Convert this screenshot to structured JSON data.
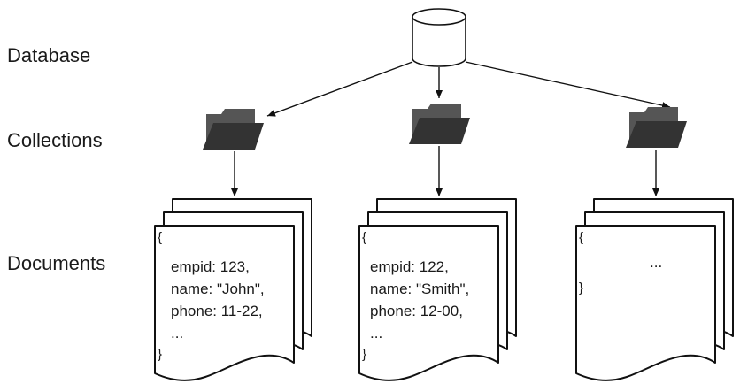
{
  "labels": {
    "database": "Database",
    "collections": "Collections",
    "documents": "Documents"
  },
  "documents": [
    {
      "open_brace": "{",
      "lines": [
        "empid: 123,",
        "name: \"John\",",
        "phone: 11-22,",
        "..."
      ],
      "close_brace": "}"
    },
    {
      "open_brace": "{",
      "lines": [
        "empid: 122,",
        "name: \"Smith\",",
        "phone: 12-00,",
        "..."
      ],
      "close_brace": "}"
    },
    {
      "open_brace": "{",
      "lines": [
        "..."
      ],
      "close_brace": "}"
    }
  ],
  "icons": {
    "database": "database-cylinder-icon",
    "collection": "folder-open-icon"
  },
  "colors": {
    "stroke": "#111111",
    "folder_front": "#333333",
    "folder_back": "#555555"
  }
}
